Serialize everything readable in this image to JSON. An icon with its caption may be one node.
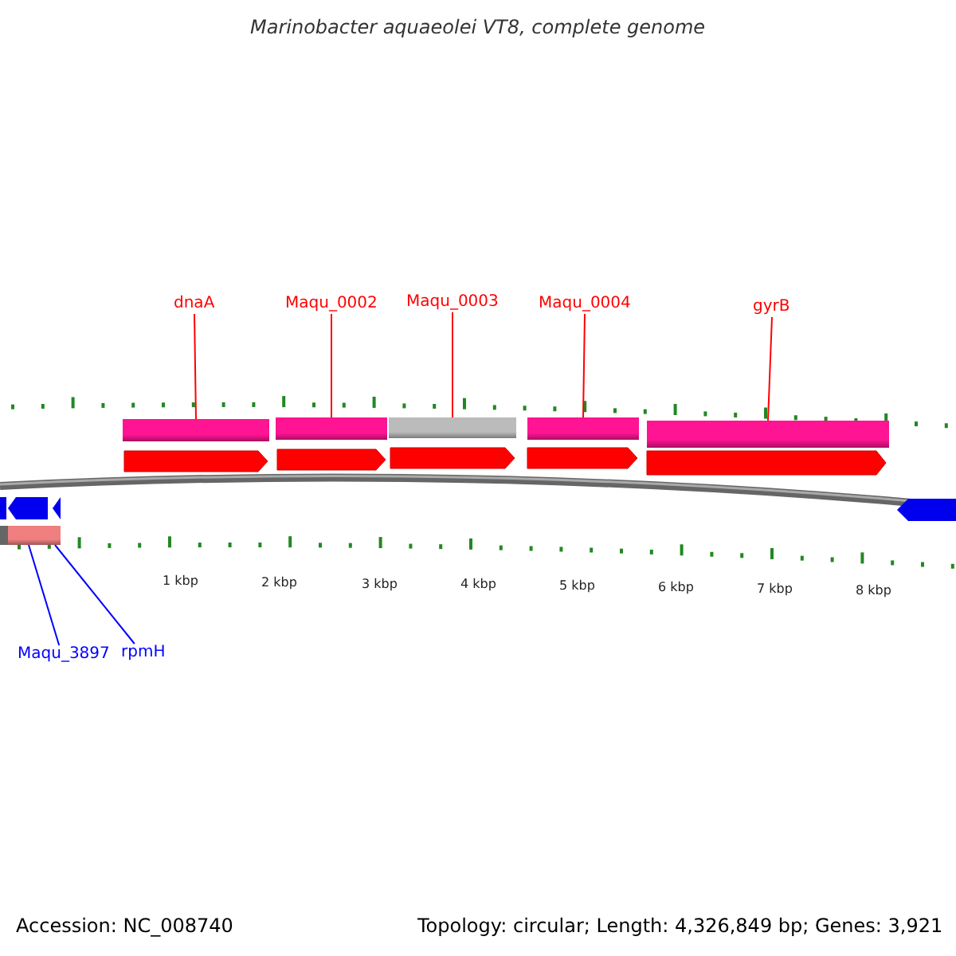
{
  "diagram": {
    "title": "Marinobacter aquaeolei VT8, complete genome",
    "nodes": [
      {
        "text": [
          "dnaA"
        ]
      },
      {
        "text": [
          "Maqu_0002"
        ]
      },
      {
        "text": [
          "Maqu_0003"
        ]
      },
      {
        "text": [
          "Maqu_0004"
        ]
      },
      {
        "text": [
          "gyrB"
        ]
      },
      {
        "text": [
          "Maqu_3897"
        ]
      },
      {
        "text": [
          "rpmH"
        ]
      },
      {
        "text": [],
        "shape": "bar"
      },
      {
        "text": [],
        "shape": "bar"
      },
      {
        "text": [],
        "shape": "bar"
      },
      {
        "text": [],
        "shape": "bar"
      },
      {
        "text": [],
        "shape": "bar"
      },
      {
        "text": [],
        "shape": "bar"
      },
      {
        "text": [],
        "shape": "bar"
      }
    ],
    "edges": [
      {
        "from": 0,
        "to": 7,
        "arrow": "none"
      },
      {
        "from": 1,
        "to": 8,
        "arrow": "none"
      },
      {
        "from": 2,
        "to": 9,
        "arrow": "none"
      },
      {
        "from": 3,
        "to": 10,
        "arrow": "none"
      },
      {
        "from": 4,
        "to": 11,
        "arrow": "none"
      },
      {
        "from": 5,
        "to": 12,
        "arrow": "none",
        "color": "#0000ff"
      },
      {
        "from": 6,
        "to": 13,
        "arrow": "none",
        "color": "#0000ff"
      }
    ],
    "labels": [
      "1 kbp",
      "2 kbp",
      "3 kbp",
      "4 kbp",
      "5 kbp",
      "6 kbp",
      "7 kbp",
      "8 kbp",
      "Accession: NC_008740",
      "Topology: circular; Length: 4,326,849 bp; Genes: 3,921"
    ]
  }
}
